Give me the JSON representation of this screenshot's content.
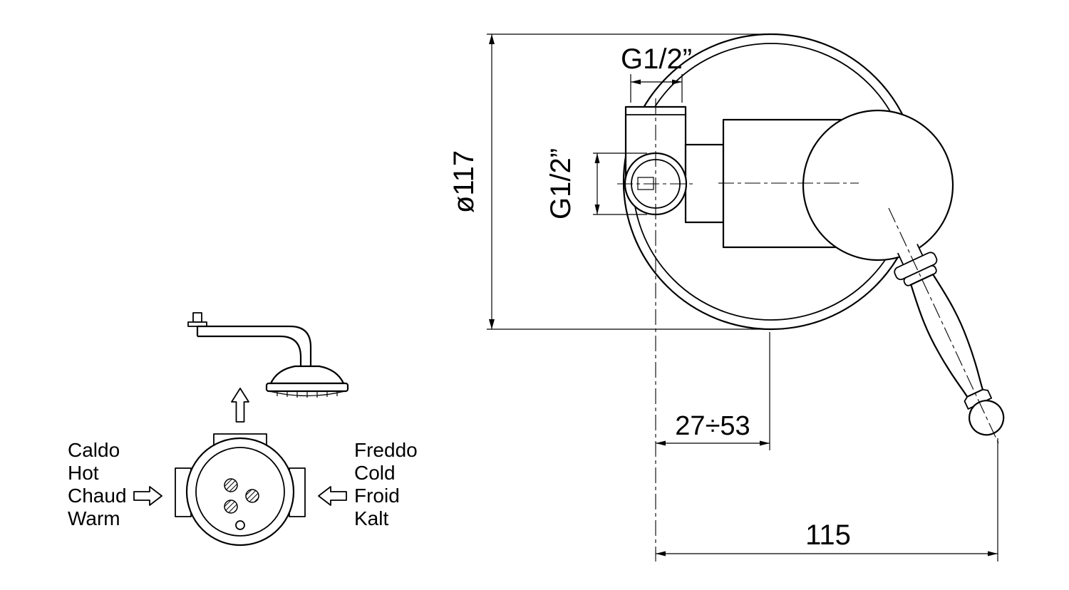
{
  "drawing": {
    "background": "#ffffff",
    "line_color": "#000000"
  },
  "schematic": {
    "hot_labels": [
      "Caldo",
      "Hot",
      "Chaud",
      "Warm"
    ],
    "cold_labels": [
      "Freddo",
      "Cold",
      "Froid",
      "Kalt"
    ]
  },
  "dimensions": {
    "plate_diameter": "ø117",
    "top_thread": "G1/2”",
    "side_thread": "G1/2”",
    "depth_range": "27÷53",
    "total_depth": "115"
  }
}
